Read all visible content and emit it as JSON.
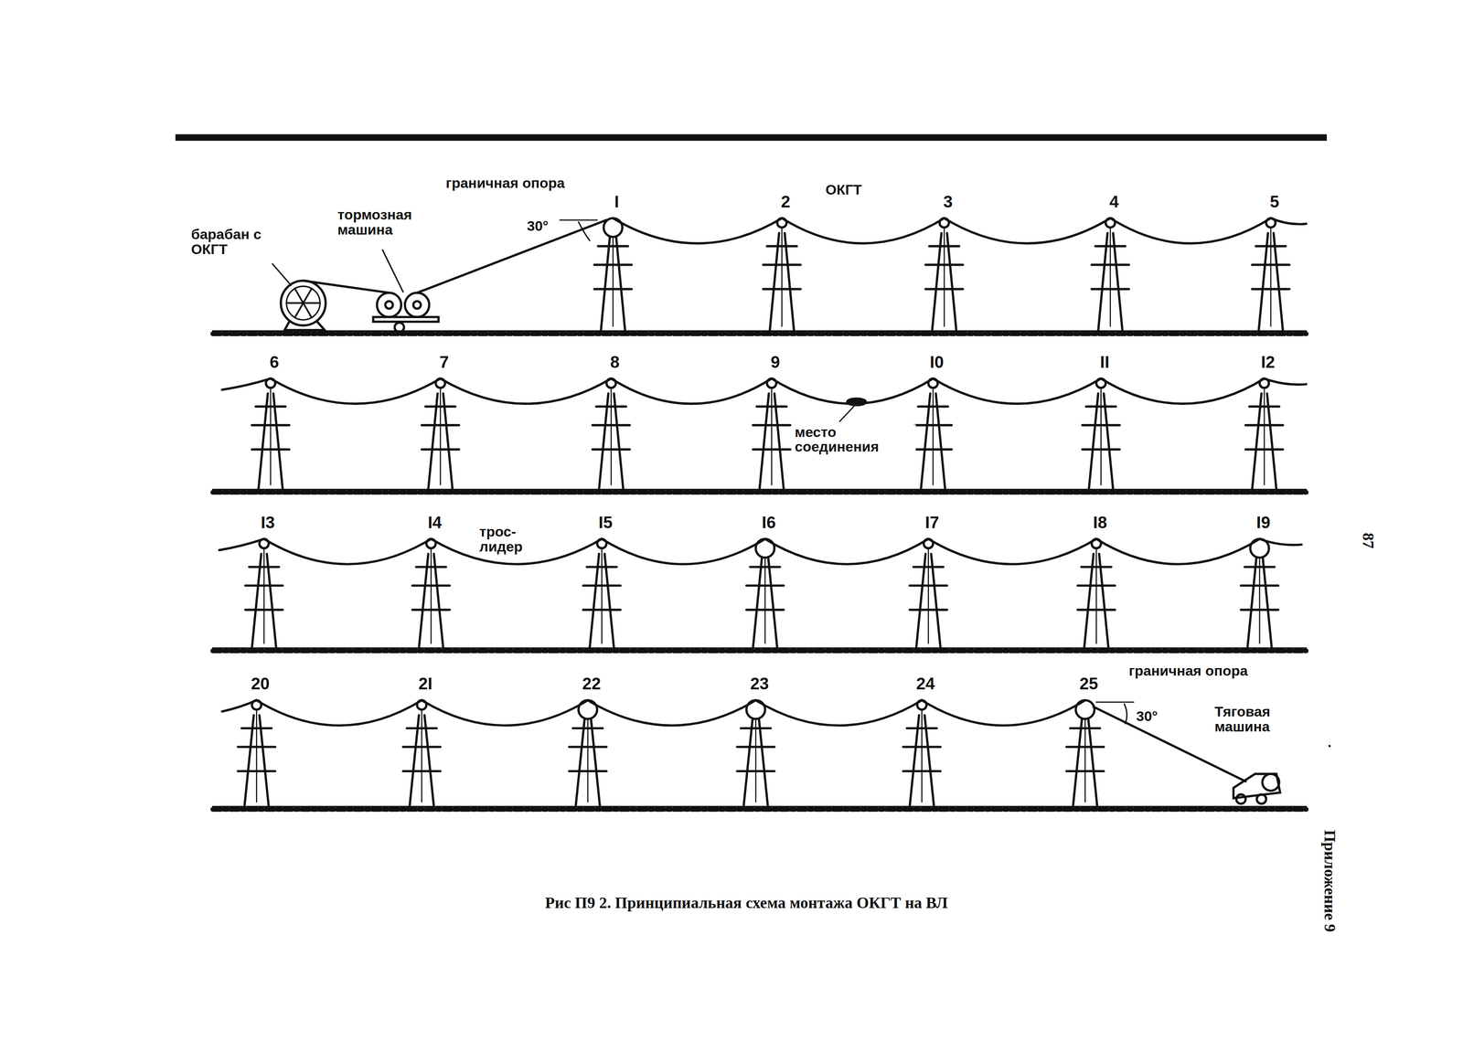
{
  "diagram": {
    "caption": "Рис П9 2. Принципиальная схема монтажа ОКГТ на ВЛ",
    "labels": [
      "граничная опора",
      "30°",
      "барабан с ОКГТ",
      "тормозная машина",
      "ОКГТ",
      "I",
      "2",
      "3",
      "4",
      "5",
      "6",
      "7",
      "8",
      "9",
      "I0",
      "II",
      "I2",
      "место соединения",
      "I3",
      "I4",
      "I5",
      "I6",
      "I7",
      "I8",
      "I9",
      "трос-лидер",
      "20",
      "2I",
      "22",
      "23",
      "24",
      "25",
      "граничная опора",
      "30°",
      "Тяговая машина",
      "Приложение 9",
      "87"
    ]
  }
}
